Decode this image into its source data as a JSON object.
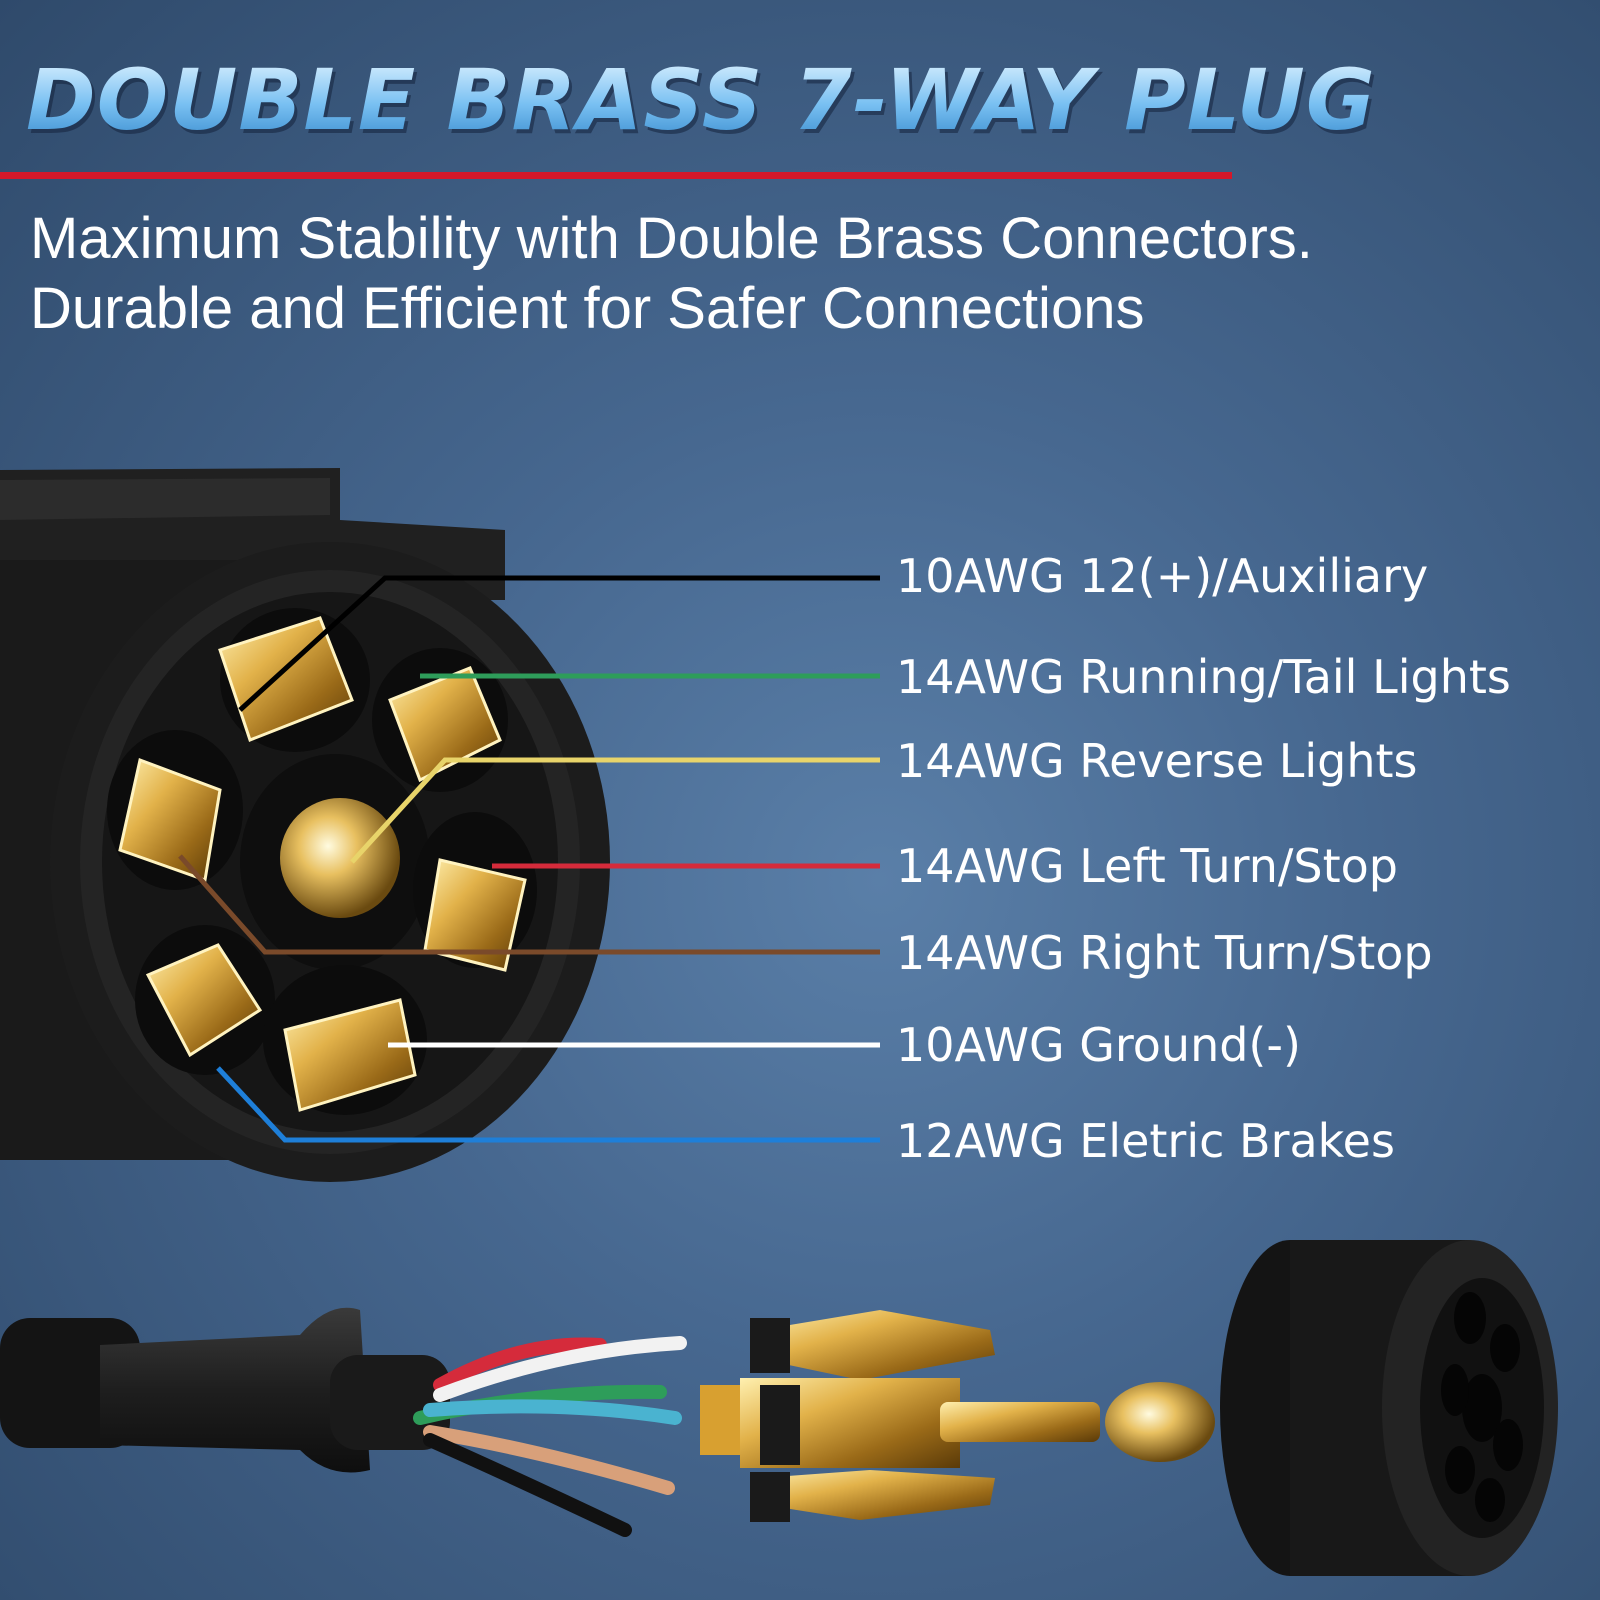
{
  "header": {
    "title": "DOUBLE BRASS 7-WAY PLUG",
    "subtitle_line1": "Maximum Stability with Double Brass Connectors.",
    "subtitle_line2": "Durable and Efficient for Safer Connections"
  },
  "wires": [
    {
      "label": "10AWG 12(+)/Auxiliary",
      "color": "#000000"
    },
    {
      "label": "14AWG Running/Tail Lights",
      "color": "#2e9d5a"
    },
    {
      "label": "14AWG Reverse Lights",
      "color": "#e8d46a"
    },
    {
      "label": "14AWG Left Turn/Stop",
      "color": "#d52b3b"
    },
    {
      "label": "14AWG Right Turn/Stop",
      "color": "#7a4a2a"
    },
    {
      "label": "10AWG Ground(-)",
      "color": "#ffffff"
    },
    {
      "label": "12AWG Eletric Brakes",
      "color": "#1e7fd9"
    }
  ],
  "colors": {
    "accent_line": "#d4182a",
    "title_blue": "#79c0f2"
  }
}
